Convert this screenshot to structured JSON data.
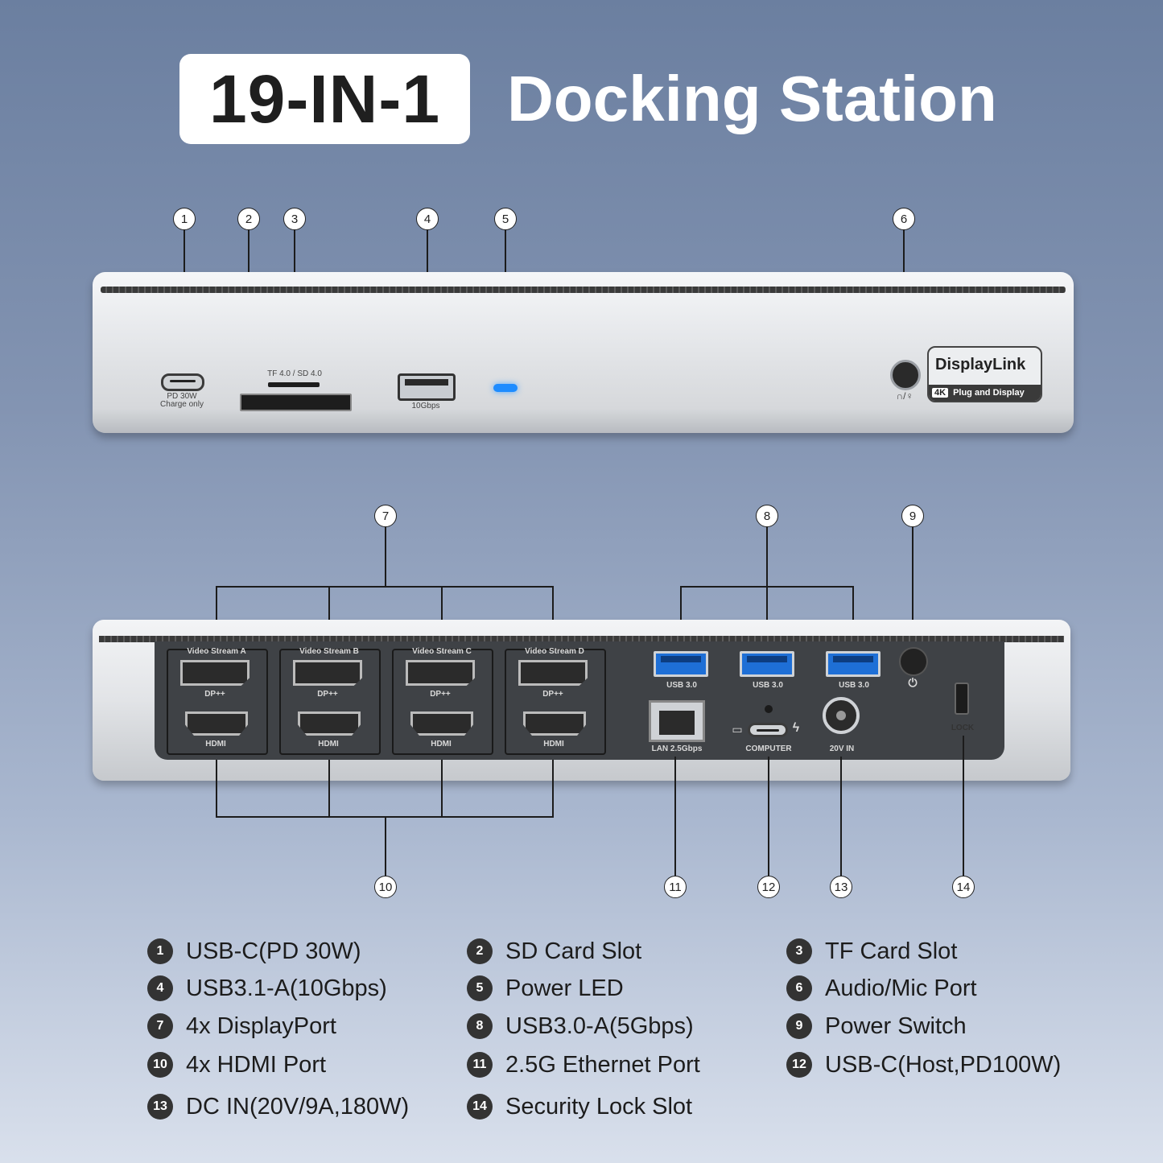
{
  "title": {
    "badge": "19-IN-1",
    "text": "Docking Station"
  },
  "front_panel": {
    "port1_label_line1": "PD 30W",
    "port1_label_line2": "Charge only",
    "card_label": "TF 4.0 / SD 4.0",
    "usba_label": "10Gbps",
    "audio_icon": "∩/♀",
    "displaylink_name": "DisplayLink",
    "displaylink_4k": "4K",
    "displaylink_sub": "Plug and Display"
  },
  "back_panel": {
    "streams": [
      "Video Stream A",
      "Video Stream B",
      "Video Stream C",
      "Video Stream D"
    ],
    "dp_label": "DP++",
    "hdmi_label": "HDMI",
    "usb_label": "USB 3.0",
    "lan_label": "LAN 2.5Gbps",
    "computer_label": "COMPUTER",
    "dc_label": "20V IN",
    "lock_label": "LOCK"
  },
  "callouts": [
    "1",
    "2",
    "3",
    "4",
    "5",
    "6",
    "7",
    "8",
    "9",
    "10",
    "11",
    "12",
    "13",
    "14"
  ],
  "legend": [
    {
      "num": "1",
      "label": "USB-C(PD 30W)"
    },
    {
      "num": "2",
      "label": "SD Card Slot"
    },
    {
      "num": "3",
      "label": "TF Card Slot"
    },
    {
      "num": "4",
      "label": "USB3.1-A(10Gbps)"
    },
    {
      "num": "5",
      "label": "Power LED"
    },
    {
      "num": "6",
      "label": "Audio/Mic Port"
    },
    {
      "num": "7",
      "label": "4x DisplayPort"
    },
    {
      "num": "8",
      "label": "USB3.0-A(5Gbps)"
    },
    {
      "num": "9",
      "label": "Power Switch"
    },
    {
      "num": "10",
      "label": "4x HDMI Port"
    },
    {
      "num": "11",
      "label": "2.5G Ethernet Port"
    },
    {
      "num": "12",
      "label": "USB-C(Host,PD100W)"
    },
    {
      "num": "13",
      "label": "DC IN(20V/9A,180W)"
    },
    {
      "num": "14",
      "label": "Security Lock Slot"
    }
  ]
}
